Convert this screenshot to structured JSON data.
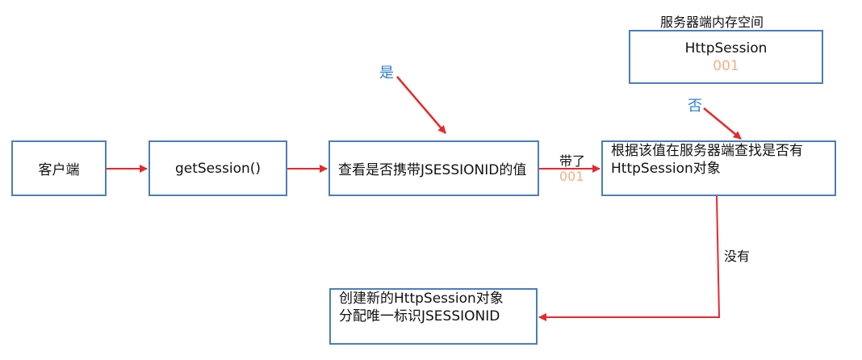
{
  "diagram": {
    "memory_area_label": "服务器端内存空间",
    "http_session_box": {
      "title": "HttpSession",
      "id": "001"
    },
    "client_box": "客户端",
    "get_session_box": "getSession()",
    "check_box": "查看是否携带JSESSIONID的值",
    "lookup_box": {
      "line1": "根据该值在服务器端查找是否有",
      "line2": "HttpSession对象"
    },
    "create_box": {
      "line1": "创建新的HttpSession对象",
      "line2": "分配唯一标识JSESSIONID"
    },
    "yes_label": "是",
    "no_label": "否",
    "carried_label": "带了",
    "carried_id": "001",
    "not_found_label": "没有"
  },
  "colors": {
    "box_border": "#4a7ebb",
    "arrow": "#e8282b",
    "yes_no_text": "#2f7fd1",
    "id_text": "#f4b183"
  }
}
